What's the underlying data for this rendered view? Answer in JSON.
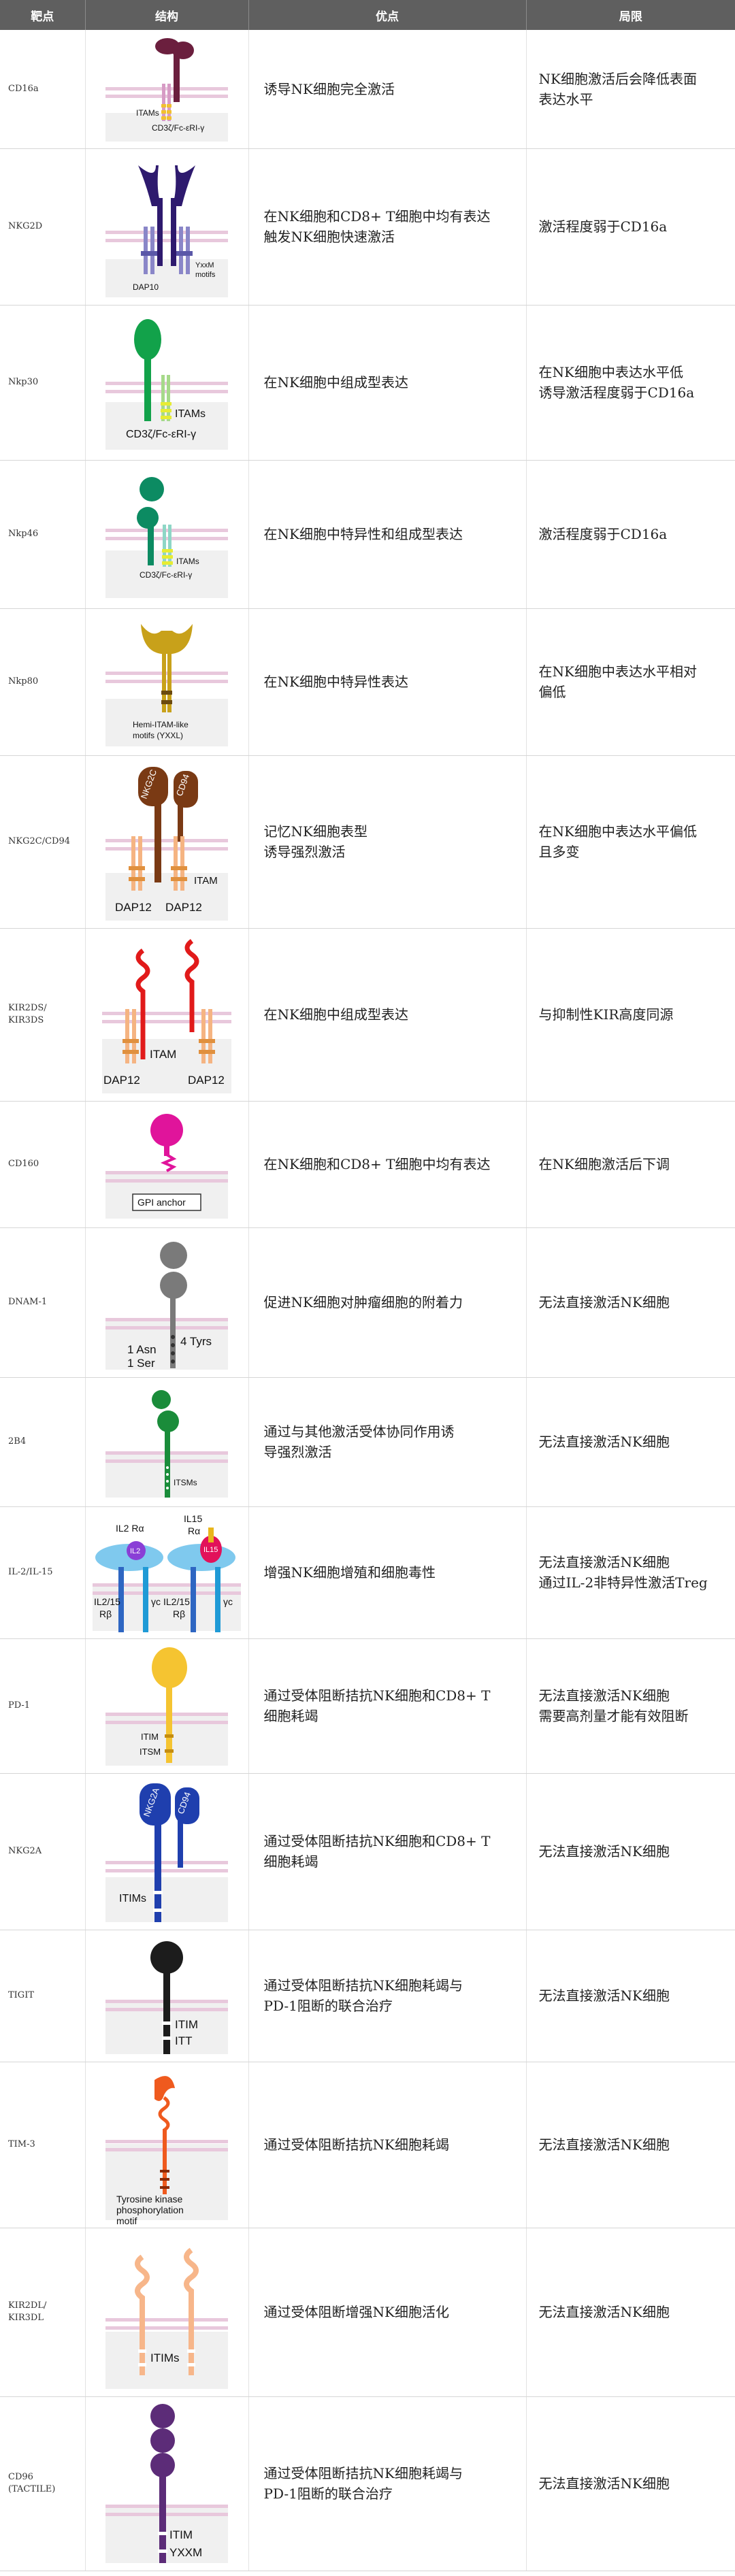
{
  "headers": {
    "target": "靶点",
    "structure": "结构",
    "advantage": "优点",
    "limitation": "局限"
  },
  "rows": [
    {
      "target": "CD16a",
      "advantage": "诱导NK细胞完全激活",
      "limitation": "NK细胞激活后会降低表面\n表达水平",
      "labels": [
        "ITAMs",
        "CD3ζ/Fc-εRI-γ"
      ]
    },
    {
      "target": "NKG2D",
      "advantage": "在NK细胞和CD8+ T细胞中均有表达\n触发NK细胞快速激活",
      "limitation": "激活程度弱于CD16a",
      "labels": [
        "DAP10",
        "YxxM",
        "motifs"
      ]
    },
    {
      "target": "Nkp30",
      "advantage": "在NK细胞中组成型表达",
      "limitation": "在NK细胞中表达水平低\n诱导激活程度弱于CD16a",
      "labels": [
        "ITAMs",
        "CD3ζ/Fc-εRI-γ"
      ]
    },
    {
      "target": "Nkp46",
      "advantage": "在NK细胞中特异性和组成型表达",
      "limitation": "激活程度弱于CD16a",
      "labels": [
        "ITAMs",
        "CD3ζ/Fc-εRI-γ"
      ]
    },
    {
      "target": "Nkp80",
      "advantage": "在NK细胞中特异性表达",
      "limitation": "在NK细胞中表达水平相对\n偏低",
      "labels": [
        "Hemi-ITAM-like",
        "motifs (YXXL)"
      ]
    },
    {
      "target": "NKG2C/CD94",
      "advantage": "记忆NK细胞表型\n诱导强烈激活",
      "limitation": "在NK细胞中表达水平偏低\n且多变",
      "labels": [
        "NKG2C",
        "CD94",
        "DAP12",
        "DAP12",
        "ITAM"
      ]
    },
    {
      "target": "KIR2DS/\nKIR3DS",
      "advantage": "在NK细胞中组成型表达",
      "limitation": "与抑制性KIR高度同源",
      "labels": [
        "ITAM",
        "DAP12",
        "DAP12"
      ]
    },
    {
      "target": "CD160",
      "advantage": "在NK细胞和CD8+ T细胞中均有表达",
      "limitation": "在NK细胞激活后下调",
      "labels": [
        "GPI anchor"
      ]
    },
    {
      "target": "DNAM-1",
      "advantage": "促进NK细胞对肿瘤细胞的附着力",
      "limitation": "无法直接激活NK细胞",
      "labels": [
        "4 Tyrs",
        "1 Asn",
        "1 Ser"
      ]
    },
    {
      "target": "2B4",
      "advantage": "通过与其他激活受体协同作用诱\n导强烈激活",
      "limitation": "无法直接激活NK细胞",
      "labels": [
        "ITSMs"
      ]
    },
    {
      "target": "IL-2/IL-15",
      "advantage": "增强NK细胞增殖和细胞毒性",
      "limitation": "无法直接激活NK细胞\n通过IL-2非特异性激活Treg",
      "labels": [
        "IL2 Rα",
        "IL15",
        "Rα",
        "IL2",
        "IL15",
        "IL2/15",
        "Rβ",
        "γc",
        "IL2/15",
        "Rβ",
        "γc"
      ]
    },
    {
      "target": "PD-1",
      "advantage": "通过受体阻断拮抗NK细胞和CD8+ T\n细胞耗竭",
      "limitation": "无法直接激活NK细胞\n需要高剂量才能有效阻断",
      "labels": [
        "ITIM",
        "ITSM"
      ]
    },
    {
      "target": "NKG2A",
      "advantage": "通过受体阻断拮抗NK细胞和CD8+ T\n细胞耗竭",
      "limitation": "无法直接激活NK细胞",
      "labels": [
        "NKG2A",
        "CD94",
        "ITIMs"
      ]
    },
    {
      "target": "TIGIT",
      "advantage": "通过受体阻断拮抗NK细胞耗竭与\nPD-1阻断的联合治疗",
      "limitation": "无法直接激活NK细胞",
      "labels": [
        "ITIM",
        "ITT"
      ]
    },
    {
      "target": "TIM-3",
      "advantage": "通过受体阻断拮抗NK细胞耗竭",
      "limitation": "无法直接激活NK细胞",
      "labels": [
        "Tyrosine kinase",
        "phosphorylation",
        "motif"
      ]
    },
    {
      "target": "KIR2DL/\nKIR3DL",
      "advantage": "通过受体阻断增强NK细胞活化",
      "limitation": "无法直接激活NK细胞",
      "labels": [
        "ITIMs"
      ]
    },
    {
      "target": "CD96\n(TACTILE)",
      "advantage": "通过受体阻断拮抗NK细胞耗竭与\nPD-1阻断的联合治疗",
      "limitation": "无法直接激活NK细胞",
      "labels": [
        "ITIM",
        "YXXM"
      ]
    }
  ]
}
